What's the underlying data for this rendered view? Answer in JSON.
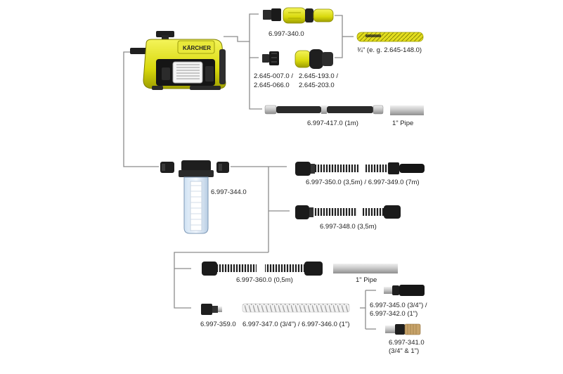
{
  "labels": {
    "adapter_top": "6.997-340.0",
    "hose_size": "¾\" (e. g. 2.645-148.0)",
    "adapter_left_1": "2.645-007.0 /",
    "adapter_left_2": "2.645-066.0",
    "adapter_right_1": "2.645-193.0 /",
    "adapter_right_2": "2.645-203.0",
    "pressure_hose": "6.997-417.0 (1m)",
    "pipe_top": "1\" Pipe",
    "filter": "6.997-344.0",
    "suction_set_1": "6.997-350.0 (3,5m) / 6.997-349.0 (7m)",
    "suction_set_2": "6.997-348.0 (3,5m)",
    "suction_hose_short": "6.997-360.0 (0,5m)",
    "pipe_bottom": "1\" Pipe",
    "connector": "6.997-359.0",
    "spiral_hose": "6.997-347.0 (3/4\") / 6.997-346.0 (1\")",
    "coupling_1a": "6.997-345.0 (3/4\") /",
    "coupling_1b": "6.997-342.0 (1\")",
    "coupling_2a": "6.997-341.0",
    "coupling_2b": "(3/4\" & 1\")"
  },
  "brand_text": "KÄRCHER",
  "colors": {
    "brand_yellow": "#e8e81a",
    "lines": "#8a8a8a",
    "hose_black": "#1c1c1c",
    "pipe_grey": "#c9c9c9"
  }
}
